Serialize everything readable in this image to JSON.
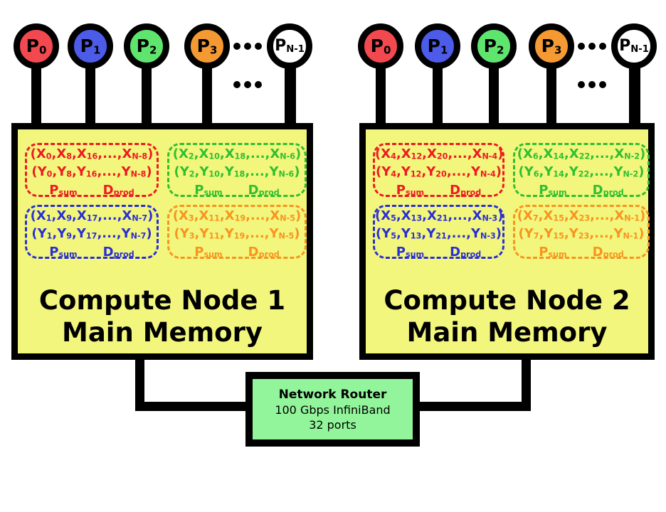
{
  "colors": {
    "memory_fill": "#F3F67D",
    "router_fill": "#93F59B",
    "proc_red": "#F24950",
    "proc_blue": "#4D5BE9",
    "proc_green": "#5FE56E",
    "proc_orange": "#F59A33",
    "proc_white": "#FFFFFF",
    "partition_red": "#EC1B22",
    "partition_green": "#2FBF2F",
    "partition_blue": "#2A2FD4",
    "partition_orange": "#F7941E",
    "outline": "#000000"
  },
  "nodes": [
    {
      "title_line1": "Compute Node 1",
      "title_line2": "Main Memory",
      "processors": [
        {
          "label": "P_0"
        },
        {
          "label": "P_1"
        },
        {
          "label": "P_2"
        },
        {
          "label": "P_3"
        },
        {
          "label": "P_N-1"
        }
      ],
      "partitions": [
        {
          "color": "red",
          "x_line": "(X_0,X_8,X_16,...,X_N-8)",
          "y_line": "(Y_0,Y_8,Y_16,...,Y_N-8)",
          "op_sum": "P_sum",
          "op_prod": "D_prod"
        },
        {
          "color": "green",
          "x_line": "(X_2,X_10,X_18,...,X_N-6)",
          "y_line": "(Y_2,Y_10,Y_18,...,Y_N-6)",
          "op_sum": "P_sum",
          "op_prod": "D_prod"
        },
        {
          "color": "blue",
          "x_line": "(X_1,X_9,X_17,...,X_N-7)",
          "y_line": "(Y_1,Y_9,Y_17,...,Y_N-7)",
          "op_sum": "P_sum",
          "op_prod": "D_prod"
        },
        {
          "color": "orange",
          "x_line": "(X_3,X_11,X_19,...,X_N-5)",
          "y_line": "(Y_3,Y_11,Y_19,...,Y_N-5)",
          "op_sum": "P_sum",
          "op_prod": "D_prod"
        }
      ]
    },
    {
      "title_line1": "Compute Node 2",
      "title_line2": "Main Memory",
      "processors": [
        {
          "label": "P_0"
        },
        {
          "label": "P_1"
        },
        {
          "label": "P_2"
        },
        {
          "label": "P_3"
        },
        {
          "label": "P_N-1"
        }
      ],
      "partitions": [
        {
          "color": "red",
          "x_line": "(X_4,X_12,X_20,...,X_N-4)",
          "y_line": "(Y_4,Y_12,Y_20,...,Y_N-4)",
          "op_sum": "P_sum",
          "op_prod": "D_prod"
        },
        {
          "color": "green",
          "x_line": "(X_6,X_14,X_22,...,X_N-2)",
          "y_line": "(Y_6,Y_14,Y_22,...,Y_N-2)",
          "op_sum": "P_sum",
          "op_prod": "D_prod"
        },
        {
          "color": "blue",
          "x_line": "(X_5,X_13,X_21,...,X_N-3)",
          "y_line": "(Y_5,Y_13,Y_21,...,Y_N-3)",
          "op_sum": "P_sum",
          "op_prod": "D_prod"
        },
        {
          "color": "orange",
          "x_line": "(X_7,X_15,X_23,...,X_N-1)",
          "y_line": "(Y_7,Y_15,Y_23,...,Y_N-1)",
          "op_sum": "P_sum",
          "op_prod": "D_prod"
        }
      ]
    }
  ],
  "router": {
    "title": "Network Router",
    "bandwidth": "100 Gbps InfiniBand",
    "ports": "32 ports"
  }
}
